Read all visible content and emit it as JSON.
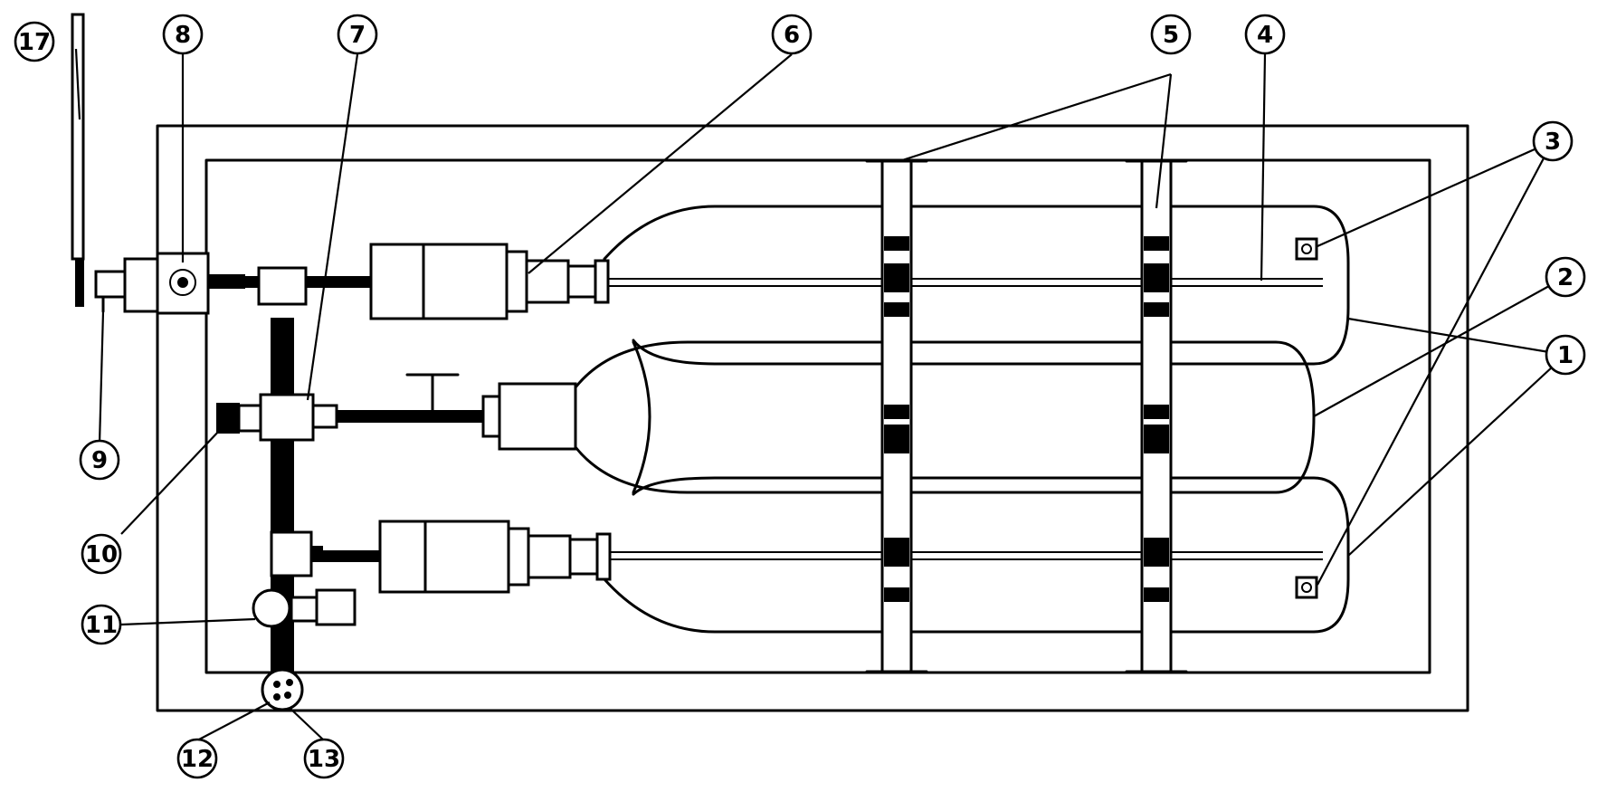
{
  "callouts": [
    {
      "id": "1",
      "label": "1"
    },
    {
      "id": "2",
      "label": "2"
    },
    {
      "id": "3",
      "label": "3"
    },
    {
      "id": "4",
      "label": "4"
    },
    {
      "id": "5",
      "label": "5"
    },
    {
      "id": "6",
      "label": "6"
    },
    {
      "id": "7",
      "label": "7"
    },
    {
      "id": "8",
      "label": "8"
    },
    {
      "id": "9",
      "label": "9"
    },
    {
      "id": "10",
      "label": "10"
    },
    {
      "id": "11",
      "label": "11"
    },
    {
      "id": "12",
      "label": "12"
    },
    {
      "id": "13",
      "label": "13"
    },
    {
      "id": "17",
      "label": "17"
    }
  ],
  "colors": {
    "line": "#000000",
    "background": "#ffffff"
  }
}
